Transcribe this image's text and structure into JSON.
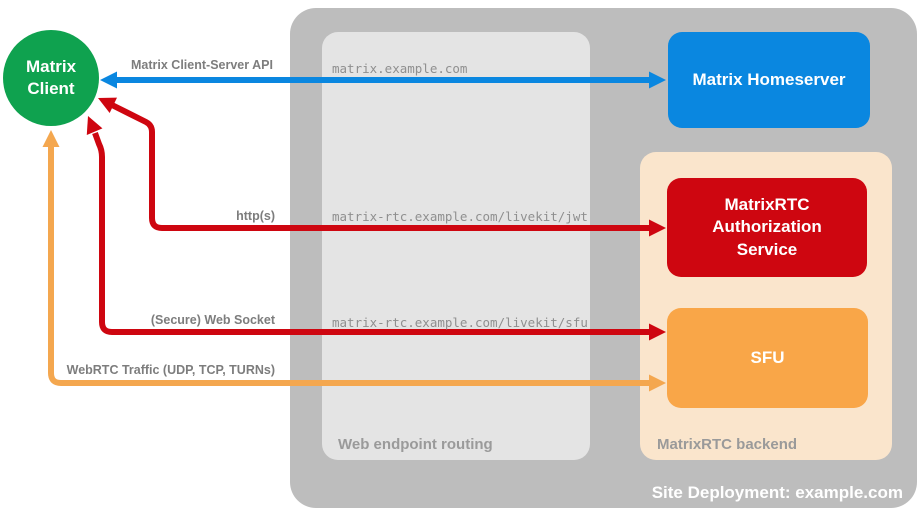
{
  "colors": {
    "client_green": "#0fa24f",
    "homeserver_blue": "#0a87e0",
    "auth_red": "#ce0610",
    "sfu_orange": "#f9a648",
    "webrtc_arrow_orange": "#f4a74f",
    "site_container_gray": "#bdbdbd",
    "routing_panel_gray": "#e4e4e4",
    "backend_peach": "#fae5cc"
  },
  "nodes": {
    "matrix_client": {
      "label": "Matrix Client"
    },
    "matrix_homeserver": {
      "label": "Matrix Homeserver"
    },
    "authorization_service": {
      "label": "MatrixRTC Authorization Service"
    },
    "sfu": {
      "label": "SFU"
    }
  },
  "containers": {
    "site_deployment": {
      "label": "Site Deployment: example.com"
    },
    "web_endpoint_routing": {
      "label": "Web endpoint routing"
    },
    "matrixrtc_backend": {
      "label": "MatrixRTC backend"
    }
  },
  "endpoints": {
    "homeserver": "matrix.example.com",
    "jwt": "matrix-rtc.example.com/livekit/jwt",
    "sfu": "matrix-rtc.example.com/livekit/sfu"
  },
  "connections": {
    "client_server_api": {
      "label": "Matrix Client-Server API",
      "color": "#0a87e0"
    },
    "https": {
      "label": "http(s)",
      "color": "#ce0610"
    },
    "websocket": {
      "label": "(Secure) Web Socket",
      "color": "#ce0610"
    },
    "webrtc": {
      "label": "WebRTC Traffic (UDP, TCP, TURNs)",
      "color": "#f4a74f"
    }
  }
}
